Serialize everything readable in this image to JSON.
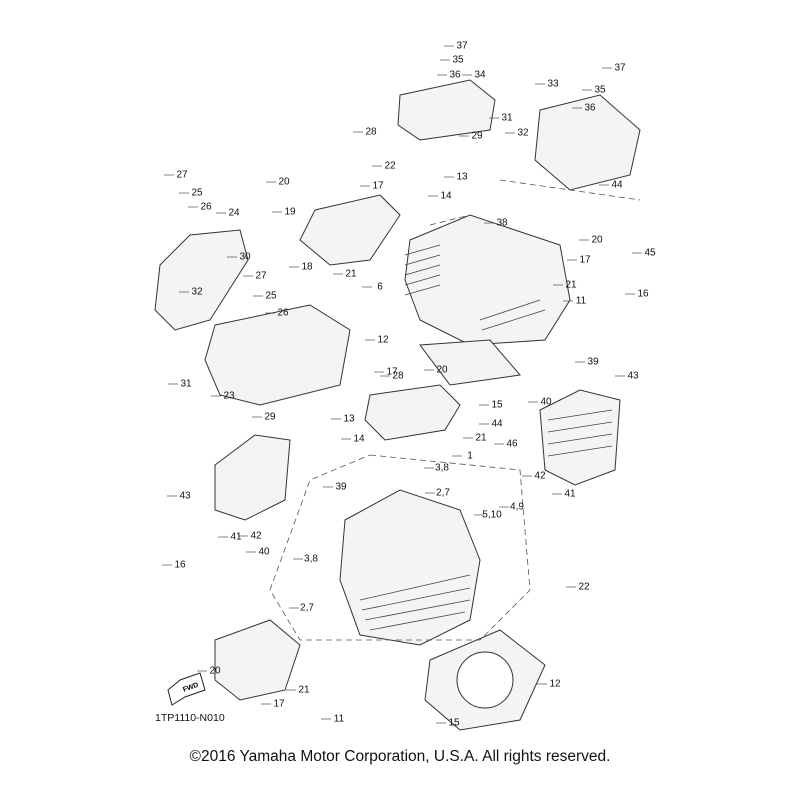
{
  "diagram": {
    "part_code": "1TP1110-N010",
    "copyright": "©2016 Yamaha Motor Corporation, U.S.A. All rights reserved.",
    "fwd_label": "FWD",
    "callouts": [
      "37",
      "35",
      "36",
      "34",
      "28",
      "29",
      "37",
      "35",
      "33",
      "36",
      "31",
      "32",
      "22",
      "13",
      "14",
      "20",
      "17",
      "27",
      "25",
      "26",
      "24",
      "19",
      "18",
      "21",
      "44",
      "38",
      "20",
      "17",
      "45",
      "30",
      "6",
      "21",
      "16",
      "11",
      "32",
      "27",
      "25",
      "26",
      "12",
      "39",
      "31",
      "23",
      "28",
      "17",
      "20",
      "15",
      "40",
      "43",
      "29",
      "13",
      "14",
      "21",
      "44",
      "46",
      "1",
      "3,8",
      "2,7",
      "39",
      "42",
      "41",
      "43",
      "41",
      "42",
      "40",
      "4,9",
      "5,10",
      "16",
      "3,8",
      "2,7",
      "22",
      "20",
      "17",
      "21",
      "11",
      "12",
      "15"
    ]
  }
}
